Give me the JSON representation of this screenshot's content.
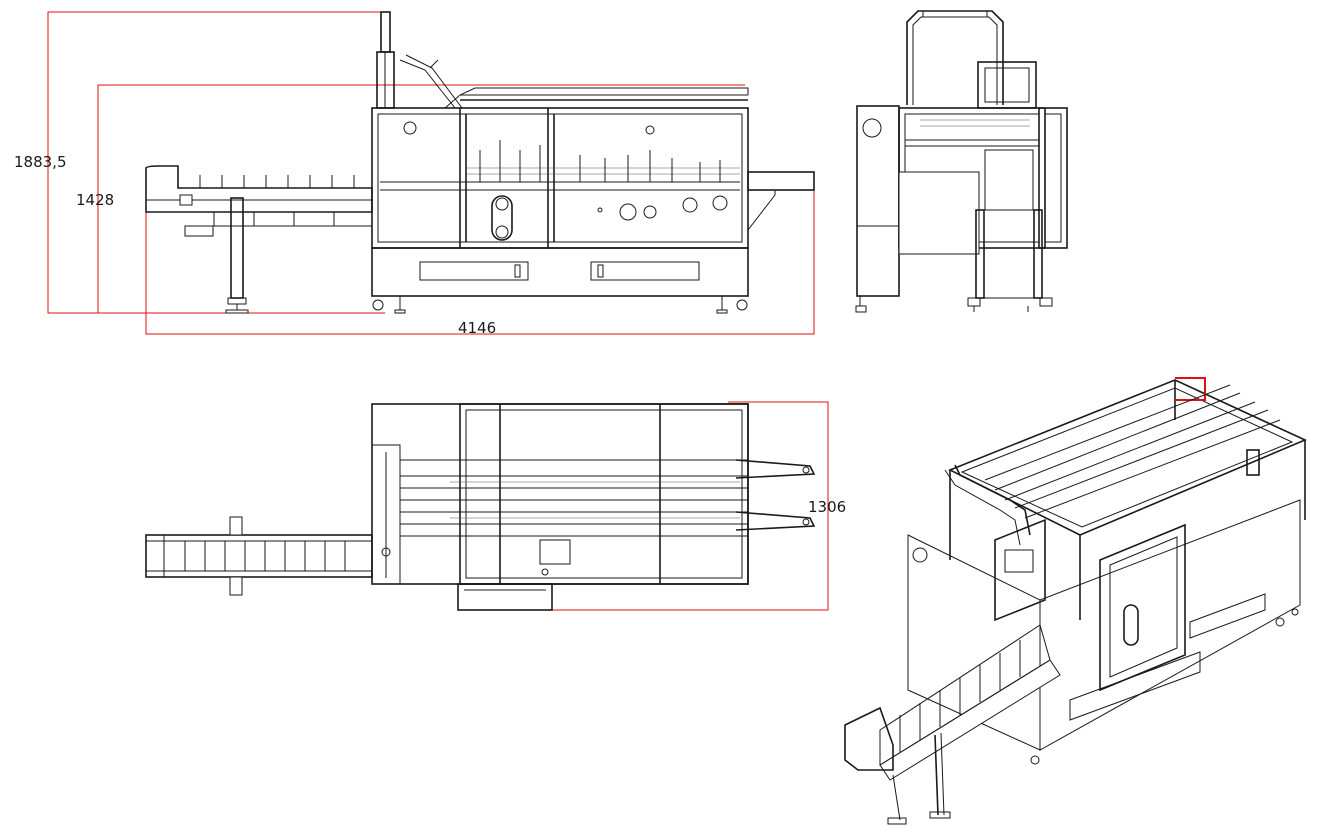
{
  "colors": {
    "line": "#1a1a1a",
    "dimension": "#e01010",
    "background": "#ffffff"
  },
  "dimensions": {
    "overall_height": "1883,5",
    "frame_height": "1428",
    "overall_length": "4146",
    "overall_width": "1306"
  }
}
